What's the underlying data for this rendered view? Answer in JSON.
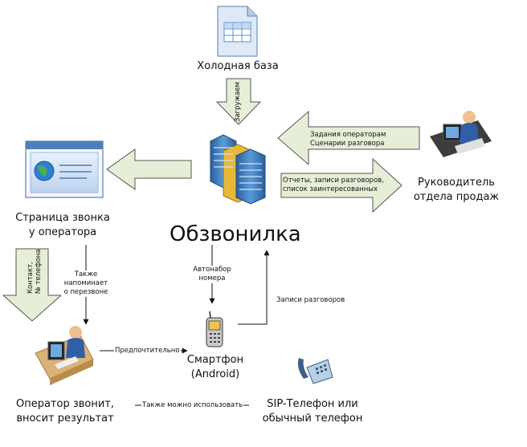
{
  "nodes": {
    "cold_base": "Холодная база",
    "operator_page_line1": "Страница звонка",
    "operator_page_line2": "у оператора",
    "manager_line1": "Руководитель",
    "manager_line2": "отдела продаж",
    "system_name": "Обзвонилка",
    "smartphone_line1": "Смартфон",
    "smartphone_line2": "(Android)",
    "operator_calls_line1": "Оператор звонит,",
    "operator_calls_line2": "вносит результат",
    "sip_line1": "SIP-Телефон или",
    "sip_line2": "обычный телефон"
  },
  "edges": {
    "upload": "Загружаем",
    "tasks_line1": "Задания операторам",
    "tasks_line2": "Сценарии разговора",
    "reports_line1": "Отчеты, записи разговоров,",
    "reports_line2": "список заинтересованных",
    "contact_line1": "Контакт,",
    "contact_line2": "№ телефона",
    "reminder_line1": "Также",
    "reminder_line2": "напоминает",
    "reminder_line3": "о перезвоне",
    "autodial_line1": "Автонабор",
    "autodial_line2": "номера",
    "recordings": "Записи разговоров",
    "preferably": "Предпочтительно",
    "also_use": "Также можно использовать"
  },
  "colors": {
    "arrow_fill": "#e6eed7",
    "arrow_stroke": "#555555",
    "doc_blue": "#c8dbf2",
    "server_blue": "#3c7fc4"
  }
}
